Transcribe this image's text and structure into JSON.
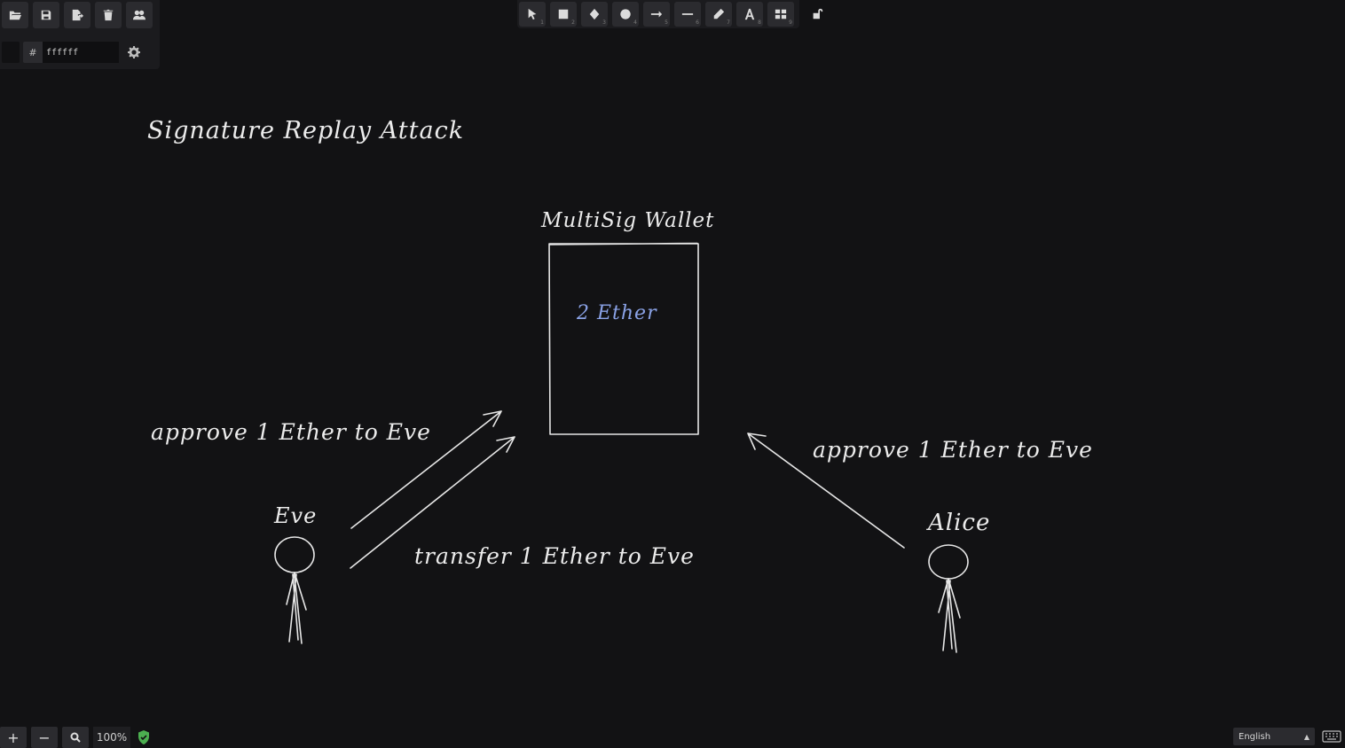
{
  "colors": {
    "background": "#121214",
    "panel": "#1b1b1e",
    "stroke": "#e6e6e6",
    "ether_text": "#8aa2e6",
    "shield": "#4caf50"
  },
  "left_toolbar": {
    "buttons": [
      "folder-open-icon",
      "save-icon",
      "export-icon",
      "trash-icon",
      "users-icon"
    ]
  },
  "color_picker": {
    "hash": "#",
    "value": "ffffff",
    "settings_icon": "gear-icon"
  },
  "top_toolbar": {
    "tools": [
      {
        "icon": "pointer-icon",
        "num": "1"
      },
      {
        "icon": "rectangle-icon",
        "num": "2"
      },
      {
        "icon": "diamond-icon",
        "num": "3"
      },
      {
        "icon": "ellipse-icon",
        "num": "4"
      },
      {
        "icon": "arrow-icon",
        "num": "5"
      },
      {
        "icon": "line-icon",
        "num": "6"
      },
      {
        "icon": "pencil-icon",
        "num": "7"
      },
      {
        "icon": "text-icon",
        "num": "8"
      },
      {
        "icon": "library-icon",
        "num": "9"
      }
    ],
    "lock_icon": "unlock-icon"
  },
  "canvas": {
    "title": "Signature Replay Attack",
    "wallet_label": "MultiSig Wallet",
    "wallet_balance": "2 Ether",
    "eve_label": "Eve",
    "alice_label": "Alice",
    "eve_approve": "approve 1 Ether to Eve",
    "alice_approve": "approve 1 Ether to Eve",
    "transfer": "transfer 1 Ether to Eve"
  },
  "bottom_bar": {
    "zoom_in": "+",
    "zoom_out": "−",
    "zoom_level": "100%",
    "language": "English"
  }
}
